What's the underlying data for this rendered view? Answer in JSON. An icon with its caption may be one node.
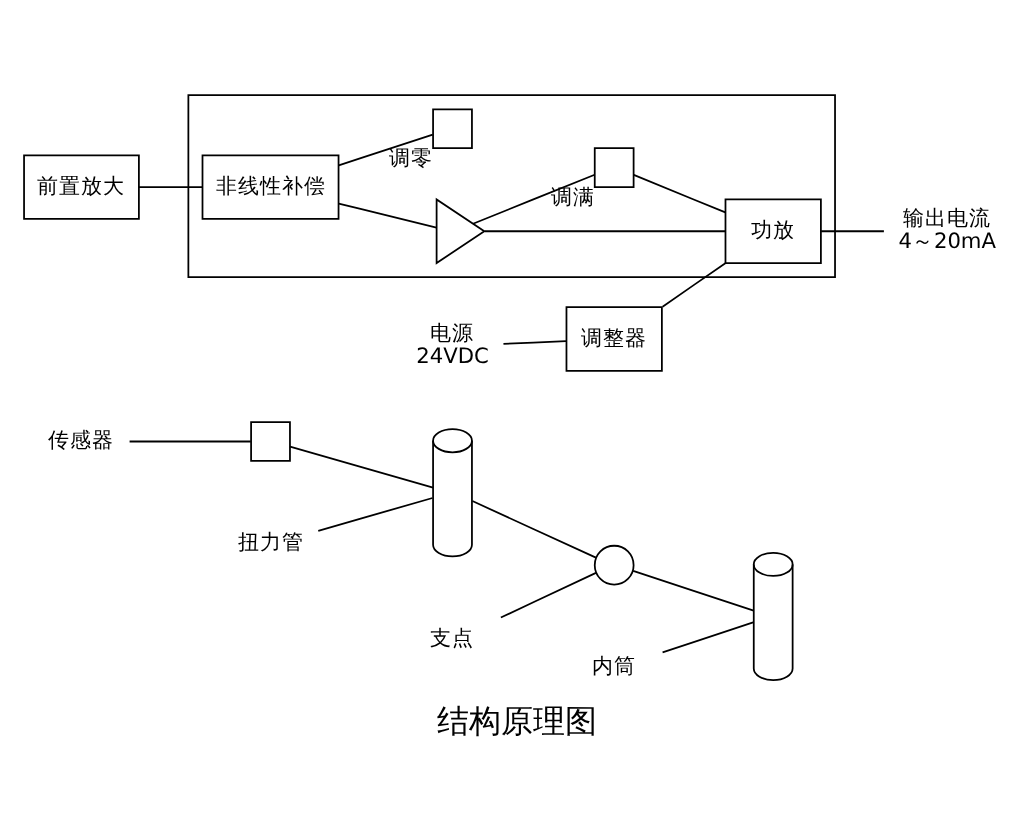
{
  "diagram": {
    "caption": "结构原理图",
    "nodes": [
      {
        "text": [
          "传感器"
        ]
      },
      {
        "text": [
          "扭力管"
        ]
      },
      {
        "text": [
          "支点"
        ]
      },
      {
        "text": [
          "内筒"
        ]
      },
      {
        "text": [],
        "shape": "box"
      },
      {
        "text": [],
        "shape": "cylinder"
      },
      {
        "text": [],
        "shape": "circle"
      },
      {
        "text": [],
        "shape": "cylinder"
      },
      {
        "text": [
          "前置放大"
        ]
      },
      {
        "text": [],
        "shape": "box"
      },
      {
        "text": [
          "非线性补偿"
        ],
        "in": 9
      },
      {
        "text": [],
        "shape": "triangle",
        "in": 9
      },
      {
        "text": [
          "功放"
        ],
        "in": 9
      },
      {
        "text": [],
        "shape": "box",
        "beside": [
          "调零"
        ],
        "in": 9
      },
      {
        "text": [],
        "shape": "box",
        "beside": [
          "调满"
        ],
        "in": 9
      },
      {
        "text": [
          "调整器"
        ]
      },
      {
        "text": [
          "电源",
          "24VDC"
        ]
      },
      {
        "text": [
          "输出电流",
          "4～20mA"
        ]
      }
    ],
    "edges": [
      {
        "from": 0,
        "to": 4,
        "arrow": "none"
      },
      {
        "from": 1,
        "to": 5,
        "arrow": "none"
      },
      {
        "from": 2,
        "to": 6,
        "arrow": "none"
      },
      {
        "from": 3,
        "to": 7,
        "arrow": "none"
      },
      {
        "from": 4,
        "to": 5,
        "arrow": "none"
      },
      {
        "from": 5,
        "to": 6,
        "arrow": "none"
      },
      {
        "from": 6,
        "to": 7,
        "arrow": "none"
      },
      {
        "from": 8,
        "to": 10,
        "arrow": "none"
      },
      {
        "from": 10,
        "to": 11,
        "arrow": "none"
      },
      {
        "from": 10,
        "to": 13,
        "arrow": "none"
      },
      {
        "from": 11,
        "to": 12,
        "arrow": "none"
      },
      {
        "from": 11,
        "to": 14,
        "arrow": "none"
      },
      {
        "from": 14,
        "to": 12,
        "arrow": "none"
      },
      {
        "from": 16,
        "to": 15,
        "arrow": "none"
      },
      {
        "from": 15,
        "to": 12,
        "arrow": "none"
      },
      {
        "from": 12,
        "to": 17,
        "arrow": "none"
      }
    ]
  }
}
